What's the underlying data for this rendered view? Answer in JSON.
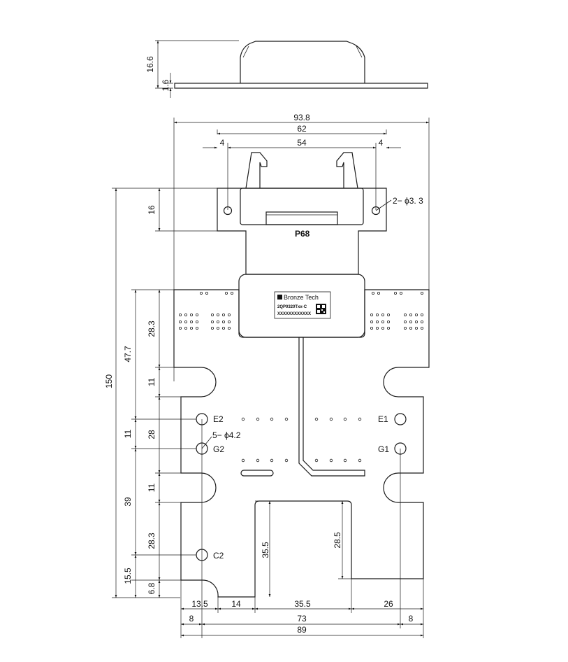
{
  "dimensions": {
    "top_height": "16.6",
    "plate_thickness": "1.6",
    "overall_width": "93.8",
    "hole_pitch_top": "62",
    "clip_width": "54",
    "left_offset_top": "4",
    "right_offset_top": "4",
    "connector_height": "16",
    "overall_height": "150",
    "left_47_7": "47.7",
    "left_28_3_top": "28.3",
    "slot_11_a": "11",
    "gap_28": "28",
    "left_11_b": "11",
    "slot_11_c": "11",
    "left_39": "39",
    "left_28_3_bottom": "28.3",
    "left_15_5": "15.5",
    "left_6_8": "6.8",
    "notch_35_5_v": "35.5",
    "notch_28_5_v": "28.5",
    "bottom_13_5": "13.5",
    "bottom_14": "14",
    "bottom_35_5": "35.5",
    "bottom_26": "26",
    "bottom_8_left": "8",
    "bottom_73": "73",
    "bottom_8_right": "8",
    "bottom_89": "89"
  },
  "labels": {
    "hole_callout_top": "2− ϕ3. 3",
    "hole_callout_mid": "5− ϕ4.2",
    "connector": "P68",
    "e1": "E1",
    "e2": "E2",
    "g1": "G1",
    "g2": "G2",
    "c2": "C2"
  },
  "module_label": {
    "brand": "Bronze Tech",
    "part": "2QP0320Txx-C",
    "serial": "XXXXXXXXXXXX"
  }
}
